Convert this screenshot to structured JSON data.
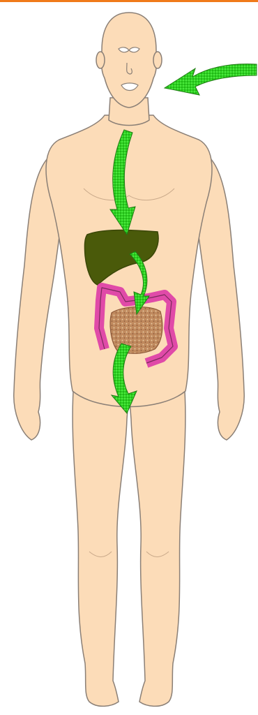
{
  "colors": {
    "top_bar": "#f07a1a",
    "skin": "#fcdcb8",
    "outline": "#8a7f76",
    "liver": "#4a5a0a",
    "colon": "#e04aa8",
    "intestine": "#b9825a",
    "arrow": "#22dd1a",
    "arrow_dark": "#1f7a12"
  },
  "figure": {
    "subject": "human-body-front",
    "organs": [
      "liver-shape",
      "large-intestine-shape",
      "small-intestine-shape"
    ],
    "arrows": [
      "arrow-into-mouth",
      "arrow-esophagus-to-liver",
      "arrow-liver-to-intestine",
      "arrow-intestine-down"
    ]
  }
}
